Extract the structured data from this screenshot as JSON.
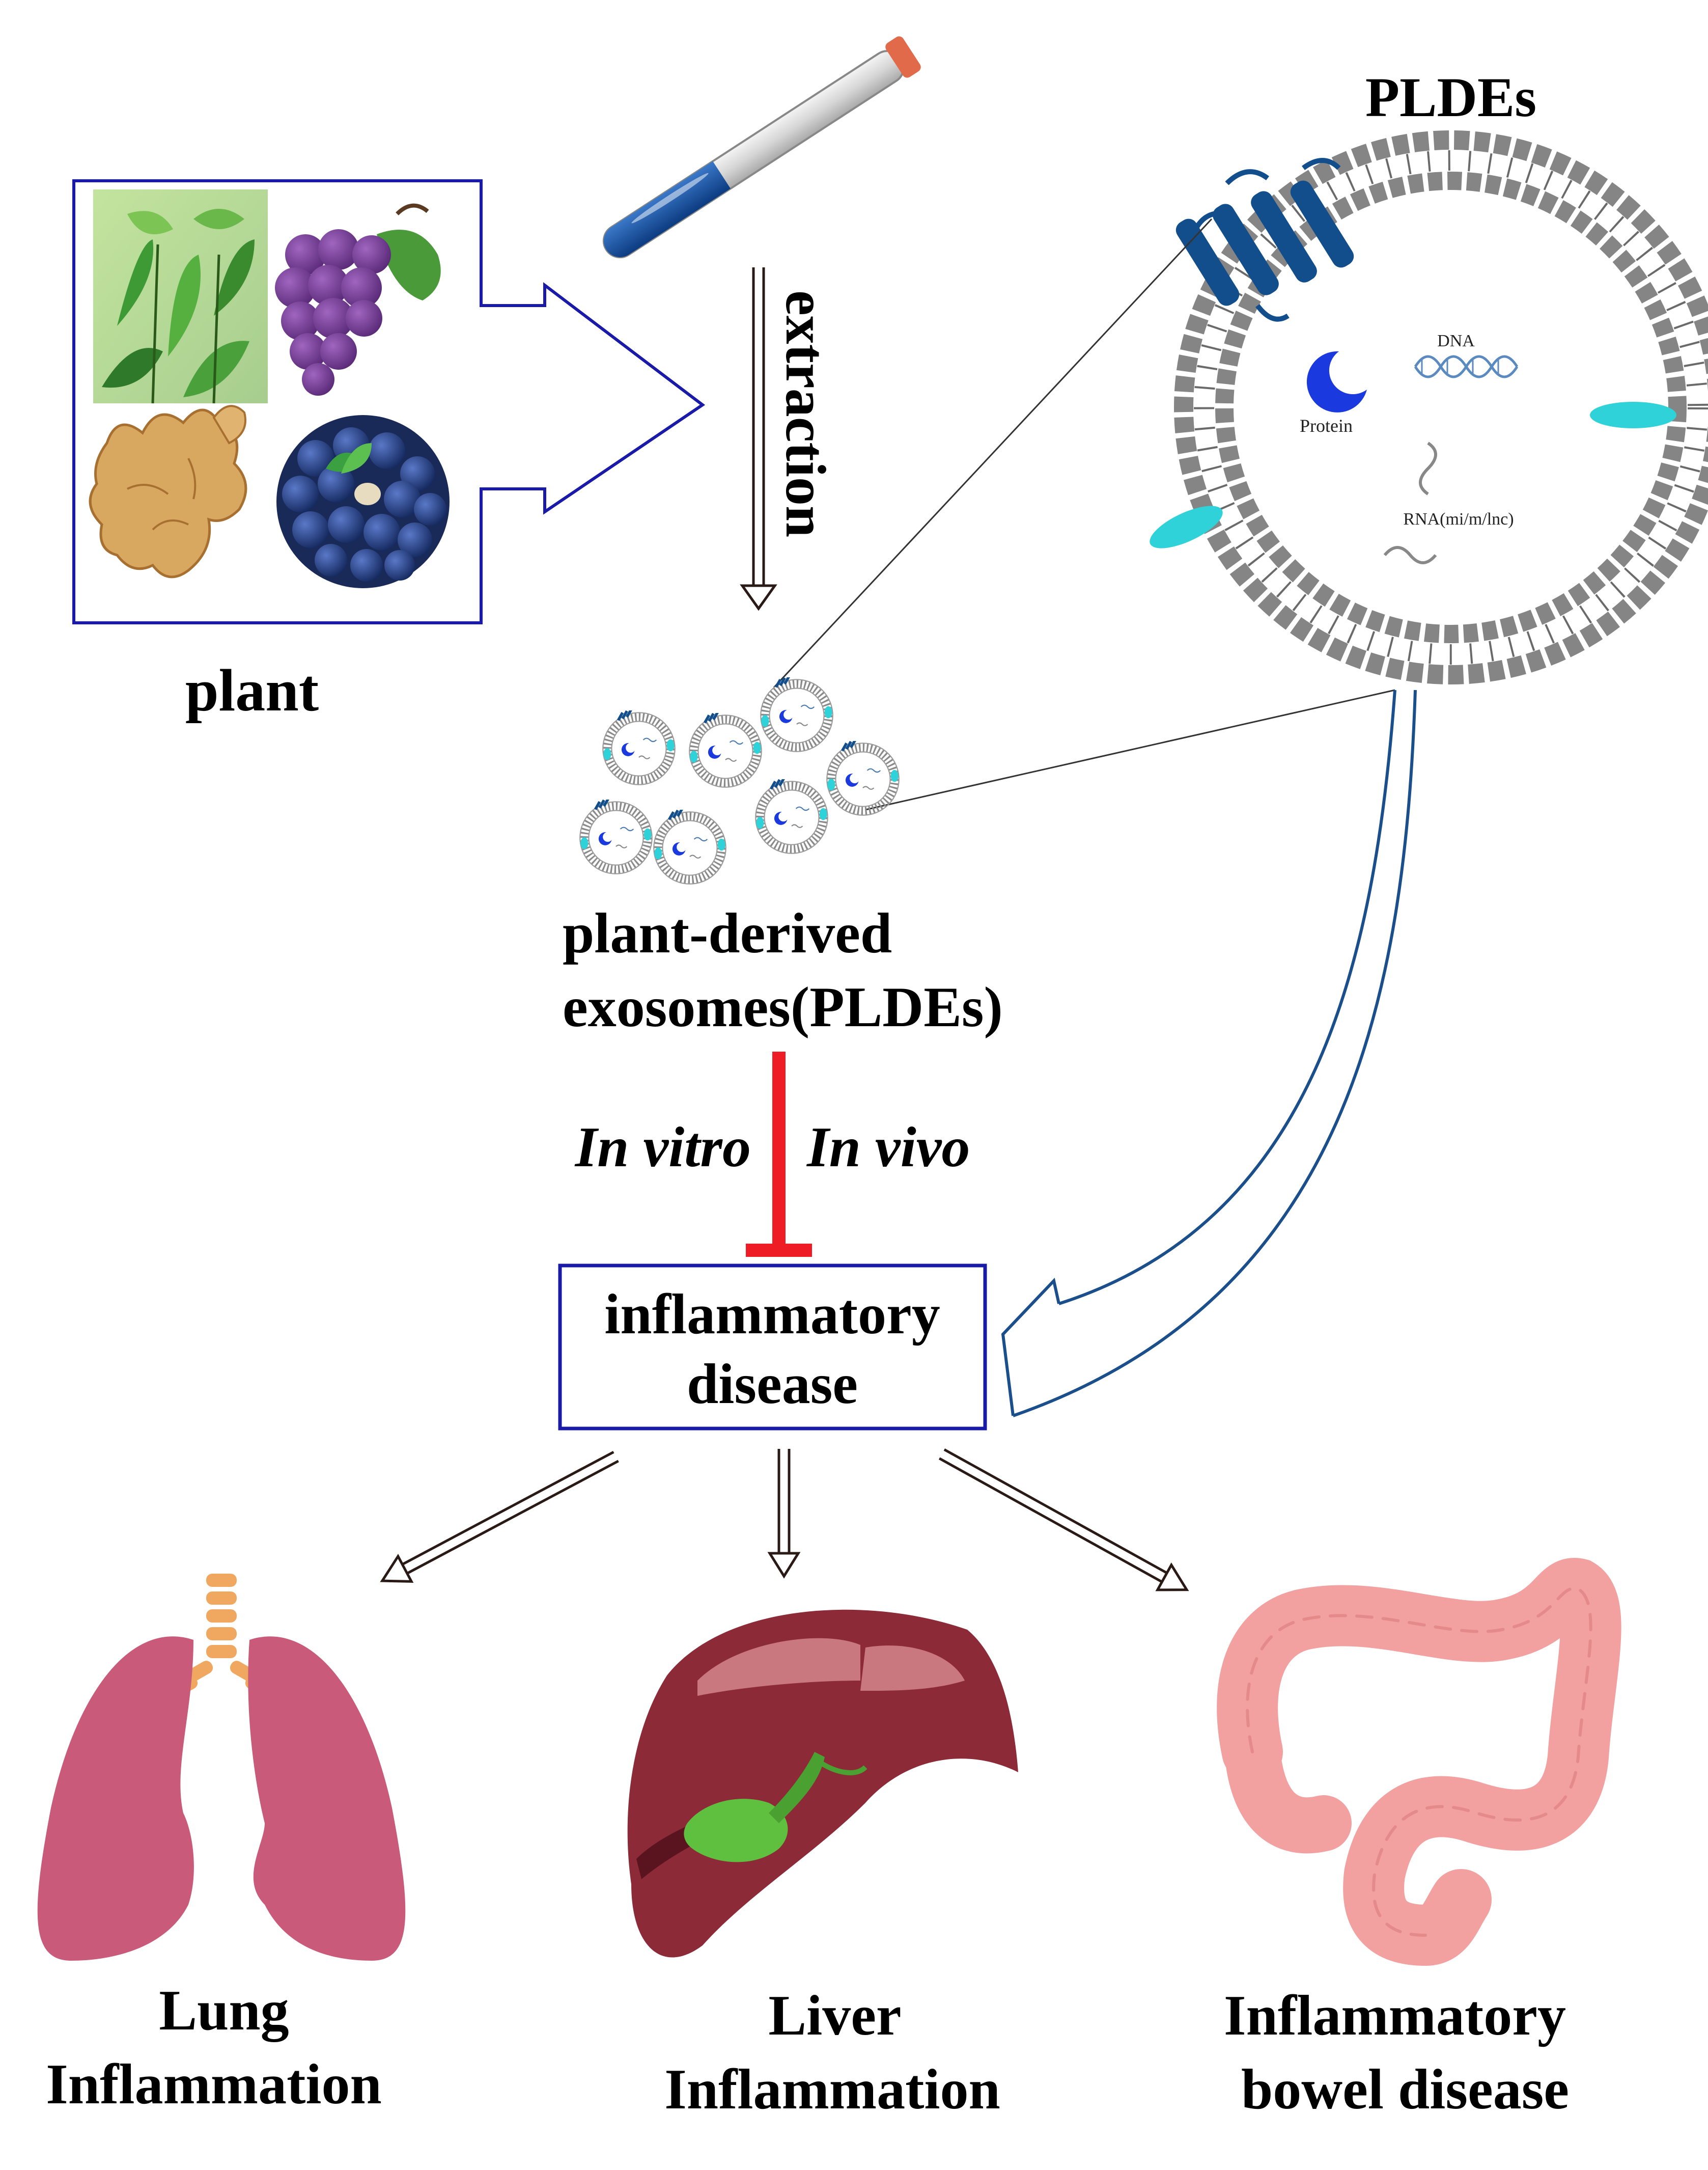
{
  "labels": {
    "plant": "plant",
    "extraction": "extraction",
    "pldes_title": "PLDEs",
    "exosomes_line1": "plant-derived",
    "exosomes_line2": "exosomes(PLDEs)",
    "in_vitro": "In vitro",
    "in_vivo": "In vivo",
    "disease_line1": "inflammatory",
    "disease_line2": "disease",
    "dna": "DNA",
    "protein": "Protein",
    "rna": "RNA(mi/m/lnc)"
  },
  "outcomes": [
    {
      "line1": "Lung",
      "line2": "Inflammation"
    },
    {
      "line1": "Liver",
      "line2": "Inflammation"
    },
    {
      "line1": "Inflammatory",
      "line2": "bowel disease"
    }
  ],
  "colors": {
    "box_border": "#1a1aa8",
    "inhibition": "#ee1c25",
    "arrow": "#2a1a16",
    "curve_arrow": "#1a4f8c",
    "membrane": "#8a8a8a",
    "receptor": "#124e8c",
    "channel": "#2fd2d8",
    "protein": "#1a3ae0",
    "lung": "#c95a7a",
    "trachea": "#f0a860",
    "liver": "#8c2a38",
    "gallbladder": "#5fc040",
    "intestine": "#f2a0a0"
  },
  "icons": [
    "tea-leaves-photo",
    "grape-icon",
    "ginger-icon",
    "blueberry-icon",
    "test-tube-icon",
    "exosome-icon",
    "lung-icon",
    "liver-icon",
    "intestine-icon"
  ]
}
